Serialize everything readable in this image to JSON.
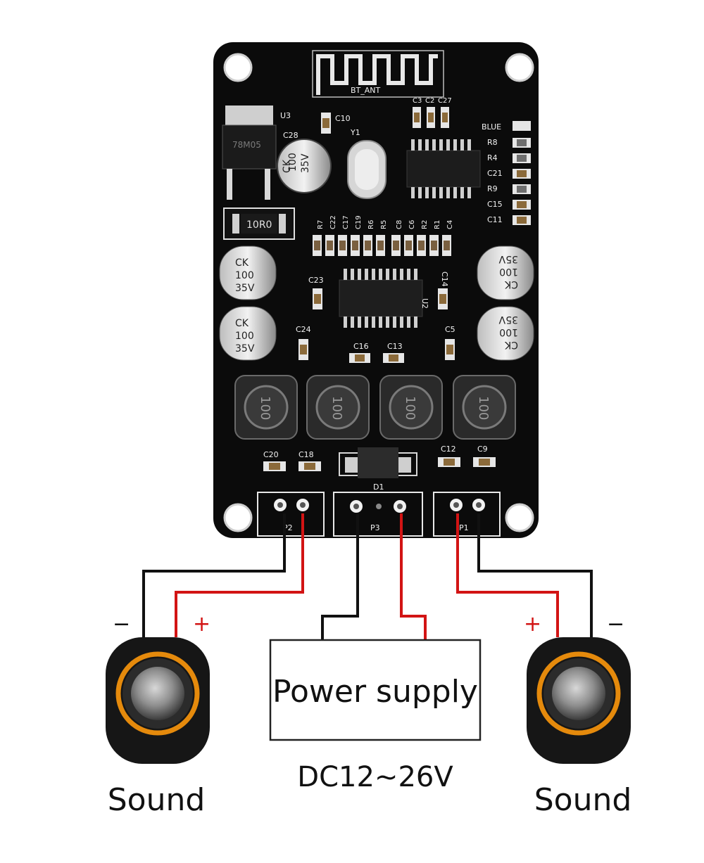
{
  "board": {
    "antenna": "BT_ANT",
    "regulator": "U3",
    "regulator_marking": "78M05",
    "resistor_power": "10R0",
    "crystal": "Y1",
    "diode": "D1",
    "led": "BLUE",
    "ports": {
      "left": "P2",
      "center": "P3",
      "right": "P1"
    },
    "components": [
      "C3",
      "C2",
      "C27",
      "C10",
      "C28",
      "R8",
      "R4",
      "C21",
      "R9",
      "C15",
      "C11",
      "R7",
      "C22",
      "C17",
      "C19",
      "R6",
      "R5",
      "C8",
      "C6",
      "R2",
      "R1",
      "C4",
      "C23",
      "C14",
      "U2",
      "C24",
      "C5",
      "C16",
      "C13",
      "C20",
      "C18",
      "C12",
      "C9"
    ],
    "cap_marking": {
      "brand": "CK",
      "value": "100",
      "voltage": "35V"
    },
    "inductor_marking": "100"
  },
  "power": {
    "label": "Power supply",
    "voltage": "DC12~26V"
  },
  "speakers": {
    "left": {
      "label": "Sound",
      "minus": "−",
      "plus": "+"
    },
    "right": {
      "label": "Sound",
      "minus": "−",
      "plus": "+"
    }
  },
  "colors": {
    "board": "#0b0b0b",
    "wire_red": "#d21414",
    "wire_black": "#111111",
    "speaker_ring": "#e58a0c",
    "silkscreen": "#f2f2f2"
  }
}
